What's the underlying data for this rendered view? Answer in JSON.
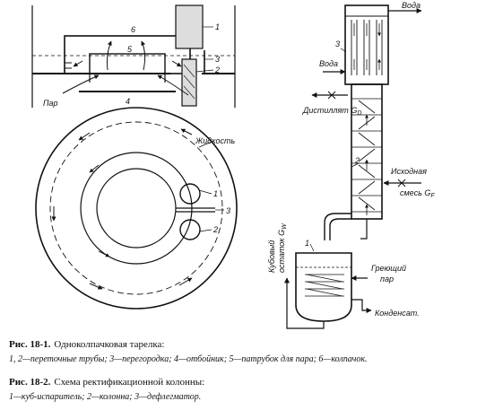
{
  "figure_left": {
    "top_view_labels": {
      "cap": "6",
      "tube": "5",
      "pipe1": "1",
      "baffle": "3",
      "pipe2": "2",
      "steam": "Пар",
      "deflector": "4"
    },
    "plan_view_labels": {
      "liquid": "Жидкость",
      "pipe1": "1",
      "baffle": "3",
      "pipe2": "2"
    }
  },
  "figure_right": {
    "labels": {
      "water_out": "Вода",
      "water_in": "Вода",
      "dephlegmator": "3",
      "distillate": "Дистиллят",
      "distillate_sub": "D",
      "column": "2",
      "feed_line1": "Исходная",
      "feed_line2": "смесь",
      "feed_sub": "F",
      "bottoms_line1": "Кубовый",
      "bottoms_line2": "остаток",
      "bottoms_sub": "W",
      "reboiler": "1",
      "heating_line1": "Греющий",
      "heating_line2": "пар",
      "condensate": "Конденсат."
    }
  },
  "captions": {
    "fig1_title": "Рис. 18-1.",
    "fig1_name": "Одноколпачковая тарелка:",
    "fig1_legend": "1, 2—переточные трубы; 3—перегородка; 4—отбойник; 5—патрубок для пара; 6—колпачок.",
    "fig2_title": "Рис. 18-2.",
    "fig2_name": "Схема ректификационной колонны:",
    "fig2_legend": "1—куб-испаритель; 2—колонна; 3—дефлегматор."
  }
}
